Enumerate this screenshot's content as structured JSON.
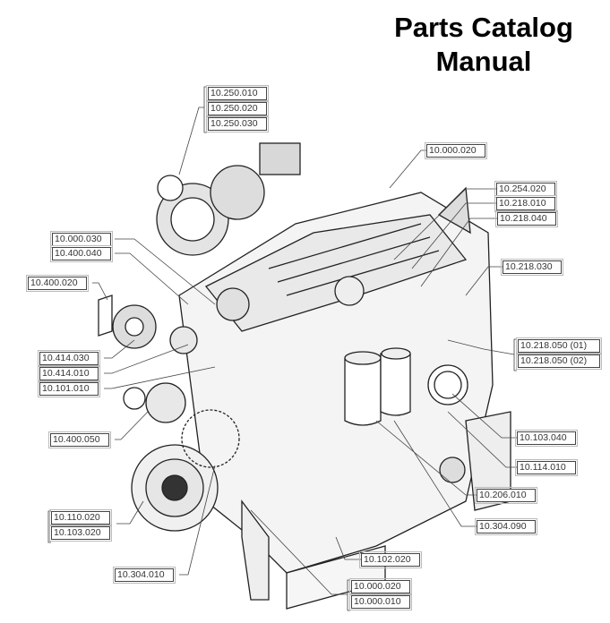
{
  "title": {
    "line1": "Parts Catalog",
    "line2": "Manual"
  },
  "labels": {
    "l250010": "10.250.010",
    "l250020": "10.250.020",
    "l250030": "10.250.030",
    "l000020_top": "10.000.020",
    "l254020": "10.254.020",
    "l218010": "10.218.010",
    "l218040": "10.218.040",
    "l218030": "10.218.030",
    "l218050_01": "10.218.050 (01)",
    "l218050_02": "10.218.050 (02)",
    "l000030": "10.000.030",
    "l400040": "10.400.040",
    "l400020": "10.400.020",
    "l414030": "10.414.030",
    "l414010": "10.414.010",
    "l101010": "10.101.010",
    "l400050": "10.400.050",
    "l103040": "10.103.040",
    "l114010": "10.114.010",
    "l206010": "10.206.010",
    "l110020": "10.110.020",
    "l103020": "10.103.020",
    "l304090": "10.304.090",
    "l102020": "10.102.020",
    "l304010": "10.304.010",
    "l000020_bottom": "10.000.020",
    "l000010": "10.000.010"
  }
}
